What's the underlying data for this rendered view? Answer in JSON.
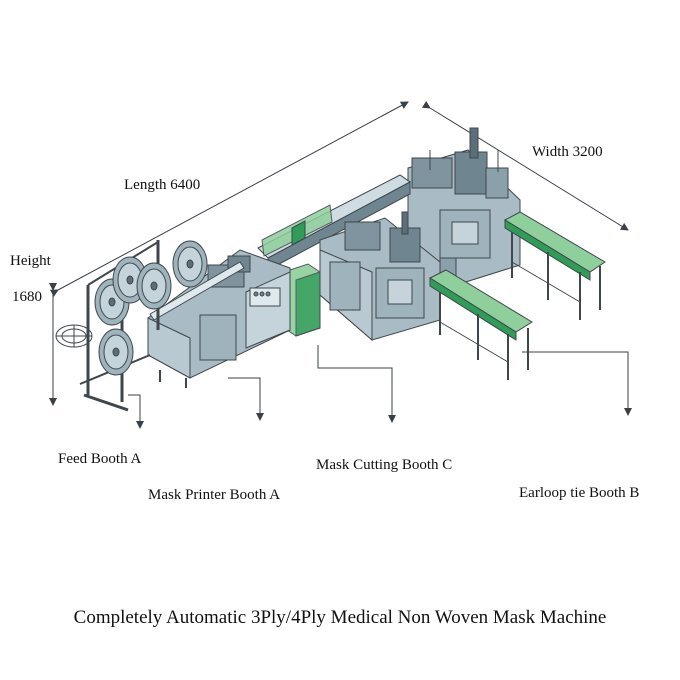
{
  "dimensions": {
    "length": "Length 6400",
    "width": "Width 3200",
    "height": "Height",
    "height_value": "1680"
  },
  "booths": {
    "feed": "Feed Booth A",
    "printer": "Mask Printer Booth A",
    "cutting": "Mask Cutting Booth C",
    "earloop": "Earloop tie Booth B"
  },
  "caption": "Completely Automatic 3Ply/4Ply Medical Non Woven Mask Machine",
  "colors": {
    "frame": "#3f474c",
    "cabinet": "#a9bcc6",
    "cabinet_dark": "#6f858f",
    "green": "#2f9c58",
    "green_light": "#8fcf9b",
    "dimension_line": "#3a4048"
  }
}
